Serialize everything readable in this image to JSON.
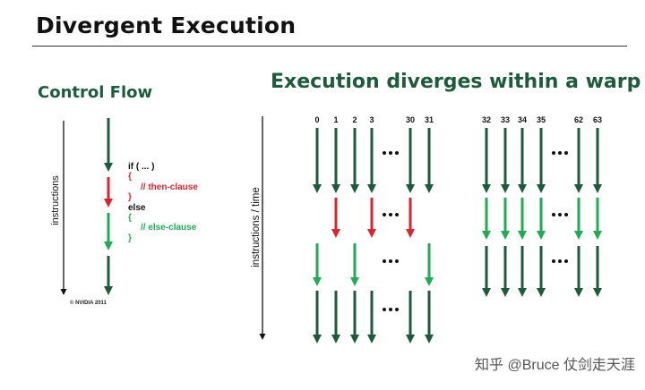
{
  "header": {
    "title": "Divergent Execution"
  },
  "control_flow": {
    "title": "Control Flow",
    "axis_label": "instructions",
    "code": {
      "if": "if ( ... )",
      "open1": "{",
      "then": "// then-clause",
      "close1": "}",
      "else": "else",
      "open2": "{",
      "else_clause": "// else-clause",
      "close2": "}"
    },
    "credit": "© NVIDIA 2011"
  },
  "execution": {
    "title": "Execution diverges within a warp",
    "axis_label": "instructions / time",
    "thread_labels": [
      "0",
      "1",
      "2",
      "3",
      "30",
      "31",
      "32",
      "33",
      "34",
      "35",
      "62",
      "63"
    ],
    "ellipsis": "•••"
  },
  "colors": {
    "dark": "#1e5a3c",
    "red": "#d9262e",
    "green": "#22aa55"
  },
  "footer": {
    "watermark": "知乎 @Bruce 仗剑走天涯"
  }
}
